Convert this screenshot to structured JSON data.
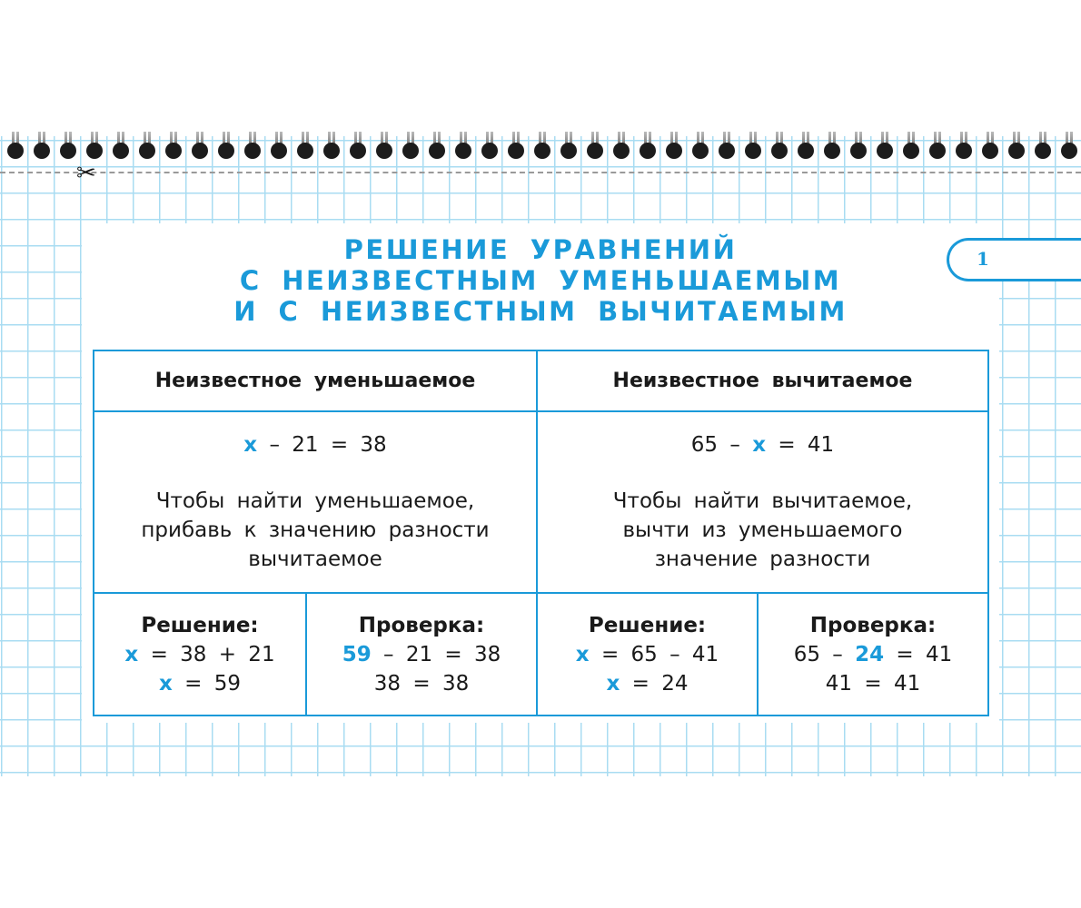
{
  "title": [
    "РЕШЕНИЕ УРАВНЕНИЙ",
    "С НЕИЗВЕСТНЫМ УМЕНЬШАЕМЫМ",
    "И С НЕИЗВЕСТНЫМ ВЫЧИТАЕМЫМ"
  ],
  "page_tab": "1",
  "left": {
    "header": "Неизвестное уменьшаемое",
    "equation": {
      "a": "x",
      "b": "– 21 = 38"
    },
    "rule": [
      "Чтобы найти уменьшаемое,",
      "прибавь к значению разности",
      "вычитаемое"
    ],
    "solution": {
      "label": "Решение:",
      "l1a": "x",
      "l1b": "= 38 + 21",
      "l2a": "x",
      "l2b": "= 59"
    },
    "check": {
      "label": "Проверка:",
      "l1a": "59",
      "l1b": "– 21 = 38",
      "l2": "38 = 38"
    }
  },
  "right": {
    "header": "Неизвестное вычитаемое",
    "equation": {
      "a": "65 –",
      "b": "x",
      "c": "= 41"
    },
    "rule": [
      "Чтобы найти вычитаемое,",
      "вычти из уменьшаемого",
      "значение разности"
    ],
    "solution": {
      "label": "Решение:",
      "l1a": "x",
      "l1b": "= 65 – 41",
      "l2a": "x",
      "l2b": "= 24"
    },
    "check": {
      "label": "Проверка:",
      "l1a": "65 –",
      "l1b": "24",
      "l1c": "= 41",
      "l2": "41 = 41"
    }
  },
  "colors": {
    "accent": "#1a9ad9",
    "grid": "#a9dcf2"
  }
}
